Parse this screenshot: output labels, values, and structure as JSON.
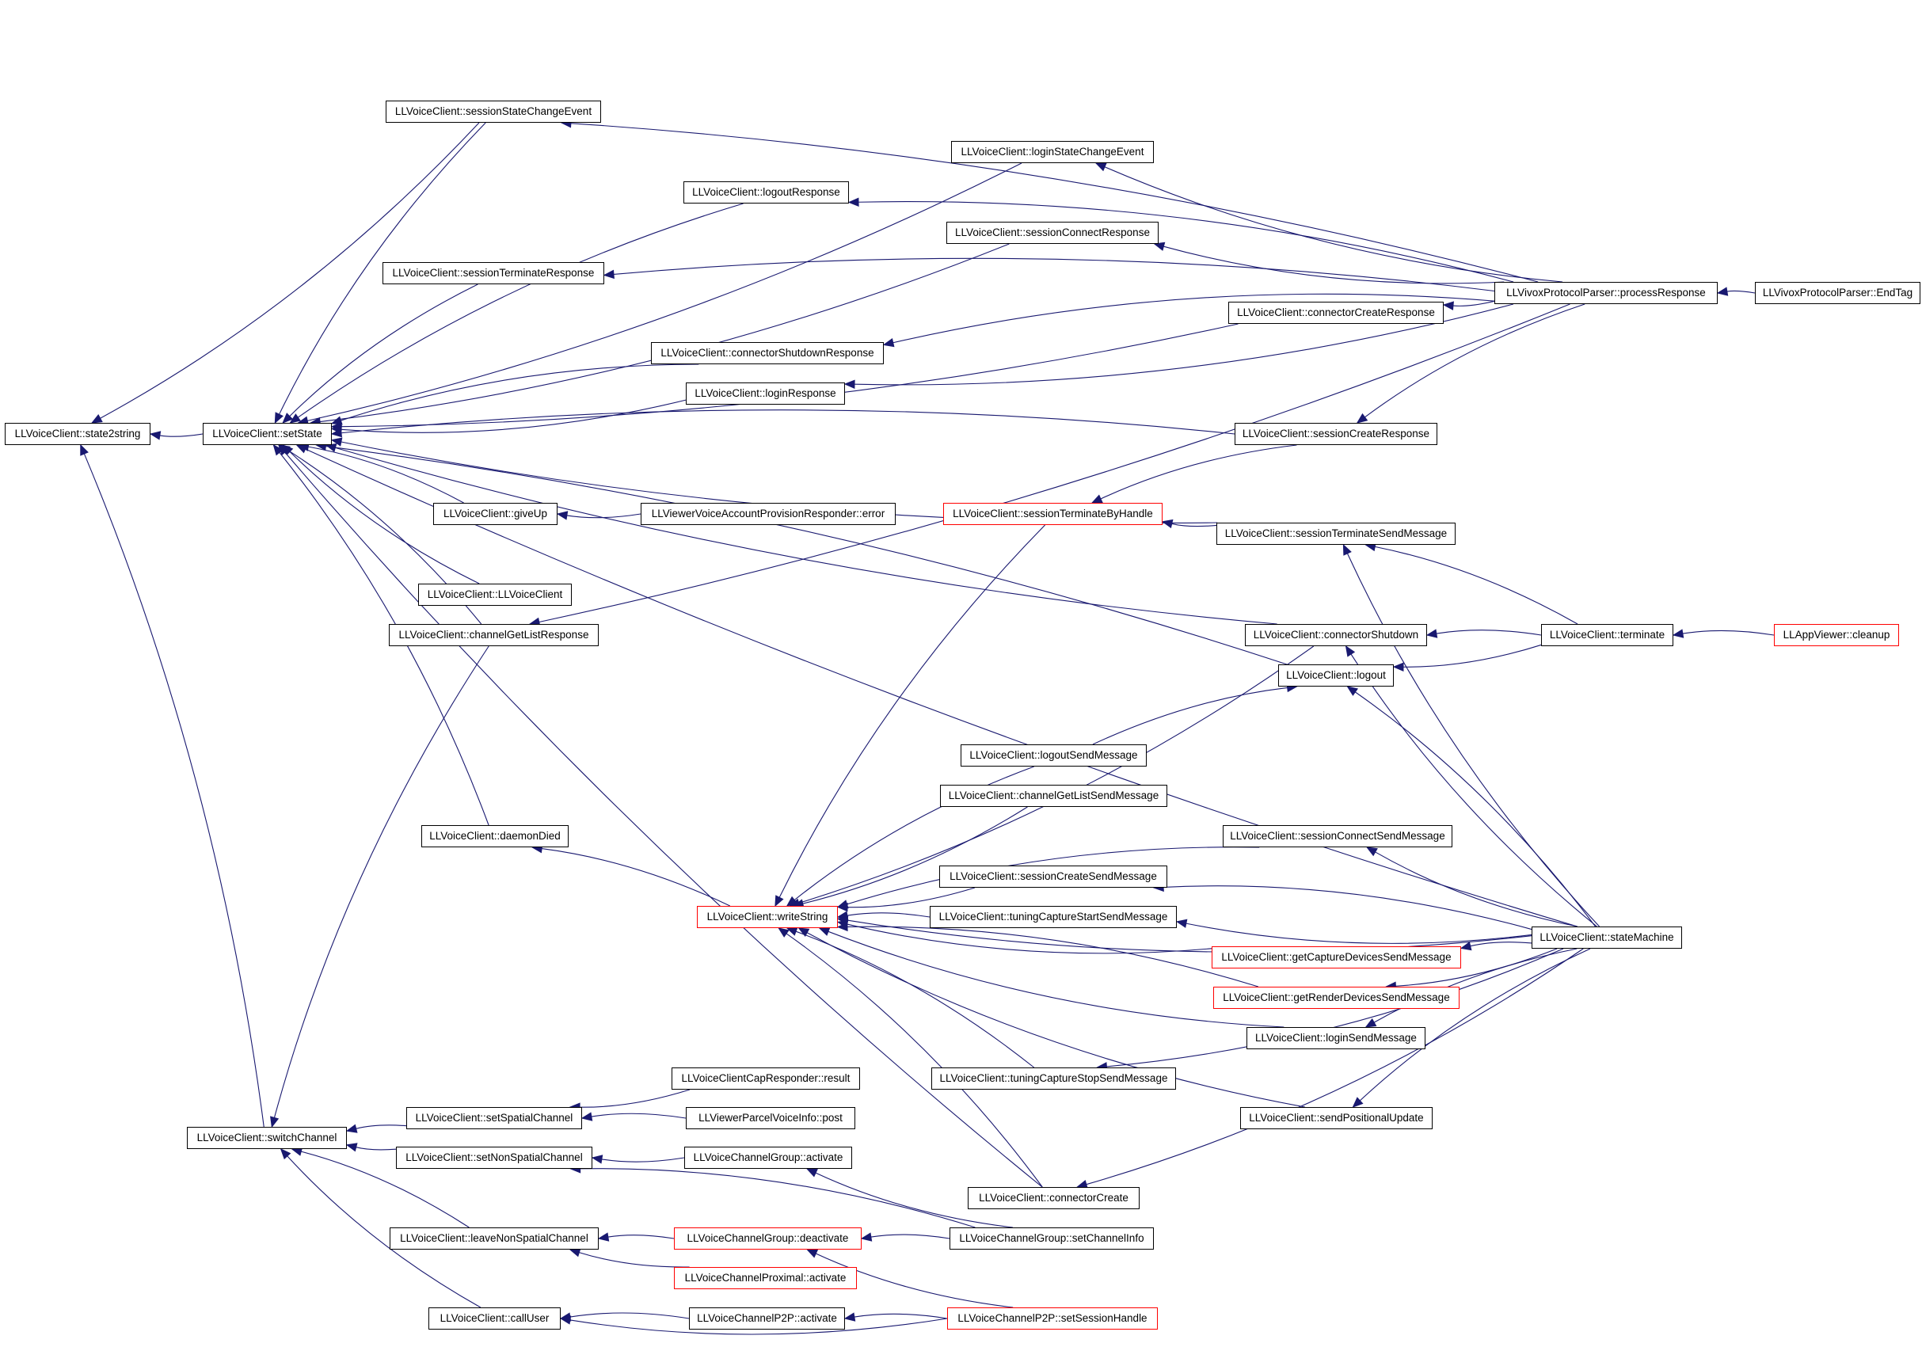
{
  "colors": {
    "edge": "#191970",
    "border": "#000000",
    "truncated_border": "#ff0000",
    "root_fill": "#bfbfbf"
  },
  "nodes": {
    "state2string": {
      "label": "LLVoiceClient::state2string",
      "root": true
    },
    "setState": {
      "label": "LLVoiceClient::setState"
    },
    "switchChannel": {
      "label": "LLVoiceClient::switchChannel"
    },
    "sessionStateChangeEvent": {
      "label": "LLVoiceClient::sessionStateChangeEvent"
    },
    "loginStateChangeEvent": {
      "label": "LLVoiceClient::loginStateChangeEvent"
    },
    "logoutResponse": {
      "label": "LLVoiceClient::logoutResponse"
    },
    "sessionConnectResponse": {
      "label": "LLVoiceClient::sessionConnectResponse"
    },
    "sessionTerminateResponse": {
      "label": "LLVoiceClient::sessionTerminateResponse"
    },
    "processResponse": {
      "label": "LLVivoxProtocolParser::processResponse"
    },
    "EndTag": {
      "label": "LLVivoxProtocolParser::EndTag"
    },
    "connectorCreateResponse": {
      "label": "LLVoiceClient::connectorCreateResponse"
    },
    "connectorShutdownResponse": {
      "label": "LLVoiceClient::connectorShutdownResponse"
    },
    "loginResponse": {
      "label": "LLVoiceClient::loginResponse"
    },
    "sessionCreateResponse": {
      "label": "LLVoiceClient::sessionCreateResponse"
    },
    "giveUp": {
      "label": "LLVoiceClient::giveUp"
    },
    "provisionError": {
      "label": "LLViewerVoiceAccountProvisionResponder::error"
    },
    "sessionTerminateByHandle": {
      "label": "LLVoiceClient::sessionTerminateByHandle",
      "truncated": true
    },
    "sessionTerminateSendMessage": {
      "label": "LLVoiceClient::sessionTerminateSendMessage"
    },
    "ctor": {
      "label": "LLVoiceClient::LLVoiceClient"
    },
    "channelGetListResponse": {
      "label": "LLVoiceClient::channelGetListResponse"
    },
    "connectorShutdown": {
      "label": "LLVoiceClient::connectorShutdown"
    },
    "terminate": {
      "label": "LLVoiceClient::terminate"
    },
    "cleanup": {
      "label": "LLAppViewer::cleanup",
      "truncated": true
    },
    "logout": {
      "label": "LLVoiceClient::logout"
    },
    "logoutSendMessage": {
      "label": "LLVoiceClient::logoutSendMessage"
    },
    "channelGetListSendMessage": {
      "label": "LLVoiceClient::channelGetListSendMessage"
    },
    "daemonDied": {
      "label": "LLVoiceClient::daemonDied"
    },
    "sessionConnectSendMessage": {
      "label": "LLVoiceClient::sessionConnectSendMessage"
    },
    "sessionCreateSendMessage": {
      "label": "LLVoiceClient::sessionCreateSendMessage"
    },
    "writeString": {
      "label": "LLVoiceClient::writeString",
      "truncated": true
    },
    "tuningCaptureStartSendMessage": {
      "label": "LLVoiceClient::tuningCaptureStartSendMessage"
    },
    "stateMachine": {
      "label": "LLVoiceClient::stateMachine"
    },
    "getCaptureDevicesSendMessage": {
      "label": "LLVoiceClient::getCaptureDevicesSendMessage",
      "truncated": true
    },
    "getRenderDevicesSendMessage": {
      "label": "LLVoiceClient::getRenderDevicesSendMessage",
      "truncated": true
    },
    "loginSendMessage": {
      "label": "LLVoiceClient::loginSendMessage"
    },
    "capResult": {
      "label": "LLVoiceClientCapResponder::result"
    },
    "tuningCaptureStopSendMessage": {
      "label": "LLVoiceClient::tuningCaptureStopSendMessage"
    },
    "setSpatialChannel": {
      "label": "LLVoiceClient::setSpatialChannel"
    },
    "parcelPost": {
      "label": "LLViewerParcelVoiceInfo::post"
    },
    "sendPositionalUpdate": {
      "label": "LLVoiceClient::sendPositionalUpdate"
    },
    "setNonSpatialChannel": {
      "label": "LLVoiceClient::setNonSpatialChannel"
    },
    "groupActivate": {
      "label": "LLVoiceChannelGroup::activate"
    },
    "connectorCreate": {
      "label": "LLVoiceClient::connectorCreate"
    },
    "leaveNonSpatialChannel": {
      "label": "LLVoiceClient::leaveNonSpatialChannel"
    },
    "groupDeactivate": {
      "label": "LLVoiceChannelGroup::deactivate",
      "truncated": true
    },
    "setChannelInfo": {
      "label": "LLVoiceChannelGroup::setChannelInfo"
    },
    "proximalActivate": {
      "label": "LLVoiceChannelProximal::activate",
      "truncated": true
    },
    "callUser": {
      "label": "LLVoiceClient::callUser"
    },
    "p2pActivate": {
      "label": "LLVoiceChannelP2P::activate"
    },
    "setSessionHandle": {
      "label": "LLVoiceChannelP2P::setSessionHandle",
      "truncated": true
    }
  },
  "edges": [
    [
      "setState",
      "state2string"
    ],
    [
      "switchChannel",
      "state2string"
    ],
    [
      "sessionStateChangeEvent",
      "state2string"
    ],
    [
      "sessionStateChangeEvent",
      "setState"
    ],
    [
      "loginStateChangeEvent",
      "setState"
    ],
    [
      "logoutResponse",
      "setState"
    ],
    [
      "sessionConnectResponse",
      "setState"
    ],
    [
      "sessionTerminateResponse",
      "setState"
    ],
    [
      "connectorCreateResponse",
      "setState"
    ],
    [
      "connectorShutdownResponse",
      "setState"
    ],
    [
      "loginResponse",
      "setState"
    ],
    [
      "sessionCreateResponse",
      "setState"
    ],
    [
      "sessionTerminateSendMessage",
      "setState"
    ],
    [
      "giveUp",
      "setState"
    ],
    [
      "ctor",
      "setState"
    ],
    [
      "channelGetListResponse",
      "setState"
    ],
    [
      "connectorShutdown",
      "setState"
    ],
    [
      "logout",
      "setState"
    ],
    [
      "stateMachine",
      "setState"
    ],
    [
      "daemonDied",
      "setState"
    ],
    [
      "connectorCreate",
      "setState"
    ],
    [
      "processResponse",
      "sessionStateChangeEvent"
    ],
    [
      "processResponse",
      "loginStateChangeEvent"
    ],
    [
      "processResponse",
      "logoutResponse"
    ],
    [
      "processResponse",
      "sessionConnectResponse"
    ],
    [
      "processResponse",
      "sessionTerminateResponse"
    ],
    [
      "processResponse",
      "connectorCreateResponse"
    ],
    [
      "processResponse",
      "connectorShutdownResponse"
    ],
    [
      "processResponse",
      "loginResponse"
    ],
    [
      "processResponse",
      "sessionCreateResponse"
    ],
    [
      "processResponse",
      "channelGetListResponse"
    ],
    [
      "EndTag",
      "processResponse"
    ],
    [
      "provisionError",
      "giveUp"
    ],
    [
      "sessionCreateResponse",
      "sessionTerminateByHandle"
    ],
    [
      "sessionTerminateSendMessage",
      "sessionTerminateByHandle"
    ],
    [
      "terminate",
      "sessionTerminateSendMessage"
    ],
    [
      "stateMachine",
      "sessionTerminateSendMessage"
    ],
    [
      "terminate",
      "connectorShutdown"
    ],
    [
      "stateMachine",
      "connectorShutdown"
    ],
    [
      "cleanup",
      "terminate"
    ],
    [
      "terminate",
      "logout"
    ],
    [
      "stateMachine",
      "logout"
    ],
    [
      "logoutSendMessage",
      "logout"
    ],
    [
      "sessionTerminateByHandle",
      "writeString"
    ],
    [
      "connectorShutdown",
      "writeString"
    ],
    [
      "logoutSendMessage",
      "writeString"
    ],
    [
      "channelGetListSendMessage",
      "writeString"
    ],
    [
      "sessionConnectSendMessage",
      "writeString"
    ],
    [
      "sessionCreateSendMessage",
      "writeString"
    ],
    [
      "tuningCaptureStartSendMessage",
      "writeString"
    ],
    [
      "getCaptureDevicesSendMessage",
      "writeString"
    ],
    [
      "getRenderDevicesSendMessage",
      "writeString"
    ],
    [
      "loginSendMessage",
      "writeString"
    ],
    [
      "tuningCaptureStopSendMessage",
      "writeString"
    ],
    [
      "sendPositionalUpdate",
      "writeString"
    ],
    [
      "connectorCreate",
      "writeString"
    ],
    [
      "stateMachine",
      "writeString"
    ],
    [
      "writeString",
      "daemonDied"
    ],
    [
      "stateMachine",
      "sessionConnectSendMessage"
    ],
    [
      "stateMachine",
      "sessionCreateSendMessage"
    ],
    [
      "stateMachine",
      "tuningCaptureStartSendMessage"
    ],
    [
      "stateMachine",
      "getCaptureDevicesSendMessage"
    ],
    [
      "stateMachine",
      "getRenderDevicesSendMessage"
    ],
    [
      "stateMachine",
      "loginSendMessage"
    ],
    [
      "stateMachine",
      "tuningCaptureStopSendMessage"
    ],
    [
      "stateMachine",
      "sendPositionalUpdate"
    ],
    [
      "stateMachine",
      "connectorCreate"
    ],
    [
      "setSpatialChannel",
      "switchChannel"
    ],
    [
      "setNonSpatialChannel",
      "switchChannel"
    ],
    [
      "leaveNonSpatialChannel",
      "switchChannel"
    ],
    [
      "callUser",
      "switchChannel"
    ],
    [
      "channelGetListResponse",
      "switchChannel"
    ],
    [
      "capResult",
      "setSpatialChannel"
    ],
    [
      "parcelPost",
      "setSpatialChannel"
    ],
    [
      "groupActivate",
      "setNonSpatialChannel"
    ],
    [
      "setChannelInfo",
      "setNonSpatialChannel"
    ],
    [
      "setChannelInfo",
      "groupActivate"
    ],
    [
      "groupDeactivate",
      "leaveNonSpatialChannel"
    ],
    [
      "proximalActivate",
      "leaveNonSpatialChannel"
    ],
    [
      "setChannelInfo",
      "groupDeactivate"
    ],
    [
      "setSessionHandle",
      "groupDeactivate"
    ],
    [
      "p2pActivate",
      "callUser"
    ],
    [
      "setSessionHandle",
      "callUser"
    ],
    [
      "setSessionHandle",
      "p2pActivate"
    ]
  ]
}
